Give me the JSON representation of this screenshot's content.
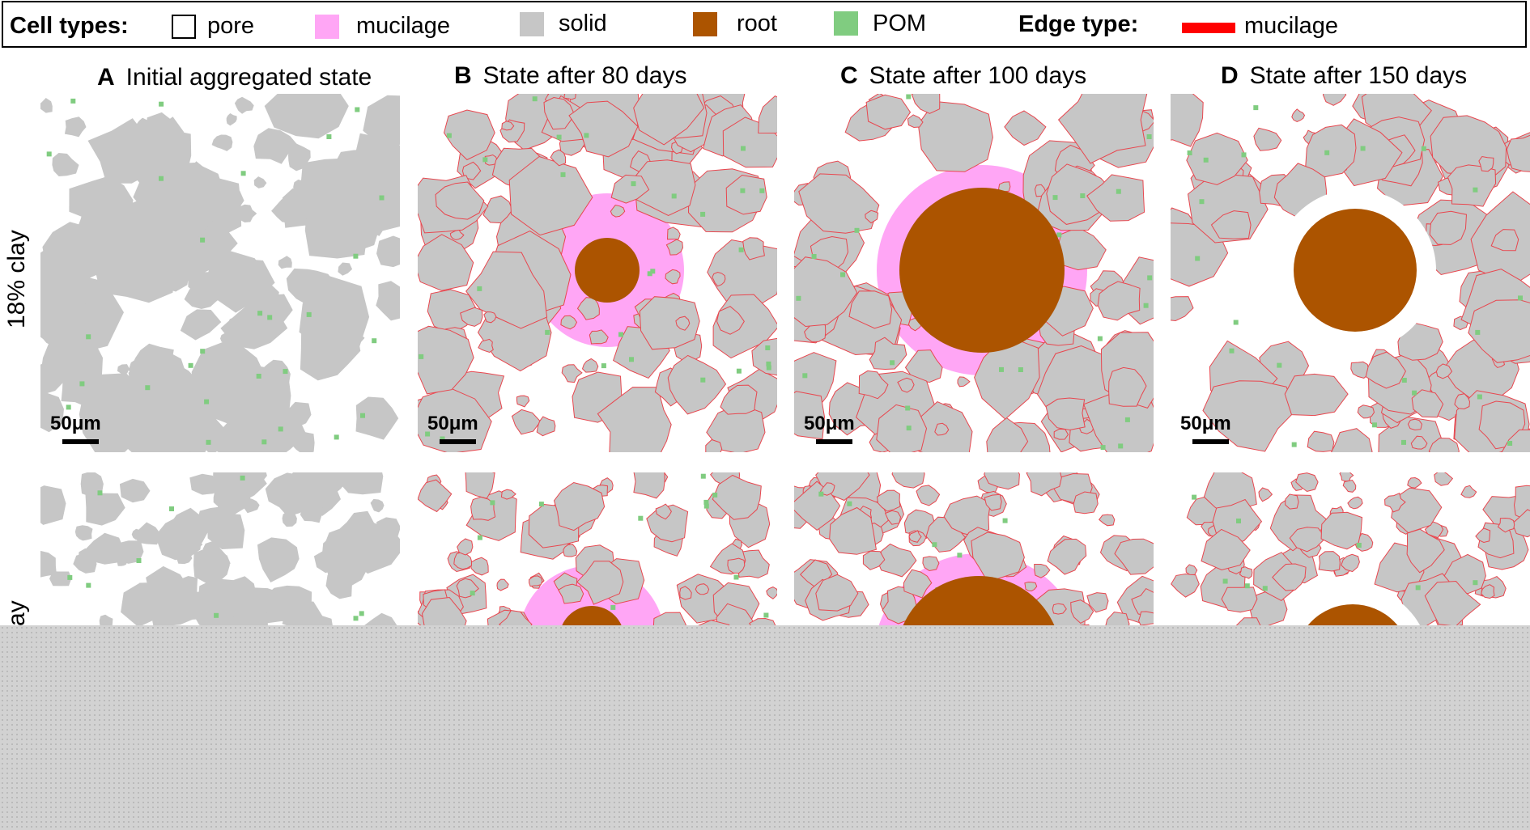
{
  "legend": {
    "cell_types_label": "Cell types:",
    "cell_types": [
      {
        "label": "pore",
        "color": "#ffffff",
        "icon": "empty-square"
      },
      {
        "label": "mucilage",
        "color": "#ffa6f5",
        "icon": "pink-square"
      },
      {
        "label": "solid",
        "color": "#c6c6c6",
        "icon": "gray-square"
      },
      {
        "label": "root",
        "color": "#ac5400",
        "icon": "brown-square"
      },
      {
        "label": "POM",
        "color": "#80cc80",
        "icon": "green-square"
      }
    ],
    "edge_type_label": "Edge type:",
    "edge_types": [
      {
        "label": "mucilage",
        "color": "#ff0000",
        "icon": "red-line"
      }
    ]
  },
  "columns": [
    {
      "letter": "A",
      "title": "Initial aggregated state"
    },
    {
      "letter": "B",
      "title": "State after 80 days"
    },
    {
      "letter": "C",
      "title": "State after 100 days"
    },
    {
      "letter": "D",
      "title": "State after 150 days"
    }
  ],
  "rows": [
    {
      "label": "18% clay"
    },
    {
      "label": "ay"
    }
  ],
  "scale_bar": {
    "label": "50μm"
  },
  "colors": {
    "solid": "#c6c6c6",
    "mucilage": "#ffa6f5",
    "root": "#ac5400",
    "pom": "#80cc80",
    "edge": "#e8474f",
    "pore": "#ffffff"
  }
}
